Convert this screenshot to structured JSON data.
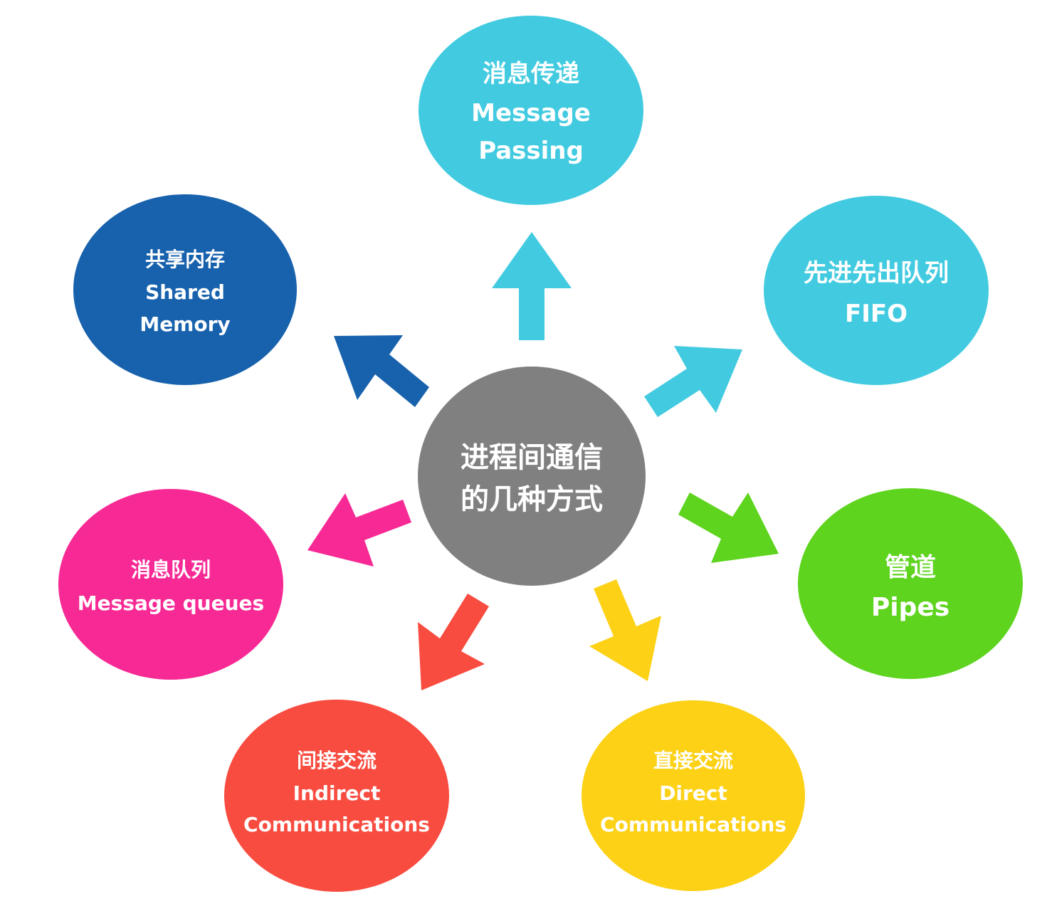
{
  "title": "进程间通信的几种方式",
  "center": {
    "lines": [
      "进程间通信",
      "的几种方式"
    ],
    "color": "#808080"
  },
  "nodes": [
    {
      "id": "message-passing",
      "lines": [
        "消息传递",
        "Message",
        "Passing"
      ],
      "color": "#42CBE0"
    },
    {
      "id": "fifo",
      "lines": [
        "先进先出队列",
        "FIFO"
      ],
      "color": "#42CBE0"
    },
    {
      "id": "pipes",
      "lines": [
        "管道",
        "Pipes"
      ],
      "color": "#5ED41E"
    },
    {
      "id": "direct-communications",
      "lines": [
        "直接交流",
        "Direct",
        "Communications"
      ],
      "color": "#FCD116"
    },
    {
      "id": "indirect-communications",
      "lines": [
        "间接交流",
        "Indirect",
        "Communications"
      ],
      "color": "#F84C40"
    },
    {
      "id": "message-queues",
      "lines": [
        "消息队列",
        "Message queues"
      ],
      "color": "#F72995"
    },
    {
      "id": "shared-memory",
      "lines": [
        "共享内存",
        "Shared",
        "Memory"
      ],
      "color": "#1862AD"
    }
  ],
  "edges": [
    {
      "from": "center",
      "to": "message-passing",
      "color": "#42CBE0"
    },
    {
      "from": "center",
      "to": "fifo",
      "color": "#42CBE0"
    },
    {
      "from": "center",
      "to": "pipes",
      "color": "#5ED41E"
    },
    {
      "from": "center",
      "to": "direct-communications",
      "color": "#FCD116"
    },
    {
      "from": "center",
      "to": "indirect-communications",
      "color": "#F84C40"
    },
    {
      "from": "center",
      "to": "message-queues",
      "color": "#F72995"
    },
    {
      "from": "center",
      "to": "shared-memory",
      "color": "#1862AD"
    }
  ]
}
